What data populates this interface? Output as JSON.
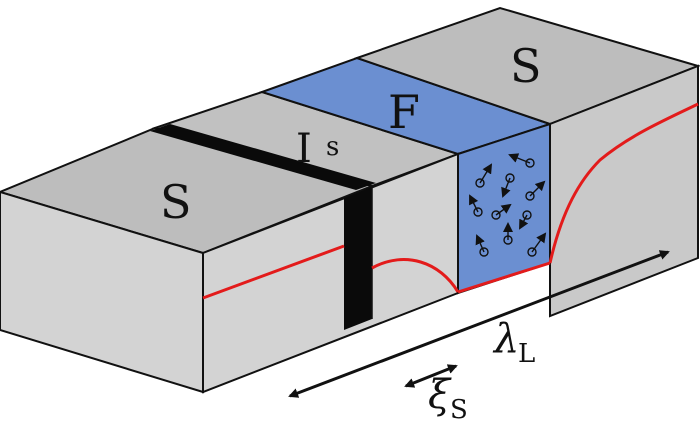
{
  "labels": {
    "left_superconductor": "S",
    "right_superconductor": "S",
    "ferromagnet": "F",
    "insulator_main": "I",
    "insulator_sub": "s",
    "penetration_depth": "λ",
    "penetration_depth_sub": "L",
    "coherence_length": "ξ",
    "coherence_length_sub": "S"
  },
  "colors": {
    "block_top": "#bdbdbd",
    "block_front": "#d3d3d3",
    "block_side": "#c9c9c9",
    "ferromagnet": "#6b8fd1",
    "insulator": "#0a0a0a",
    "order_parameter_curve": "#e31b1b",
    "outline": "#111111"
  },
  "icons": {
    "spin_markers": "spin-arrow-icon",
    "dimension_arrows": "double-arrow-icon"
  }
}
